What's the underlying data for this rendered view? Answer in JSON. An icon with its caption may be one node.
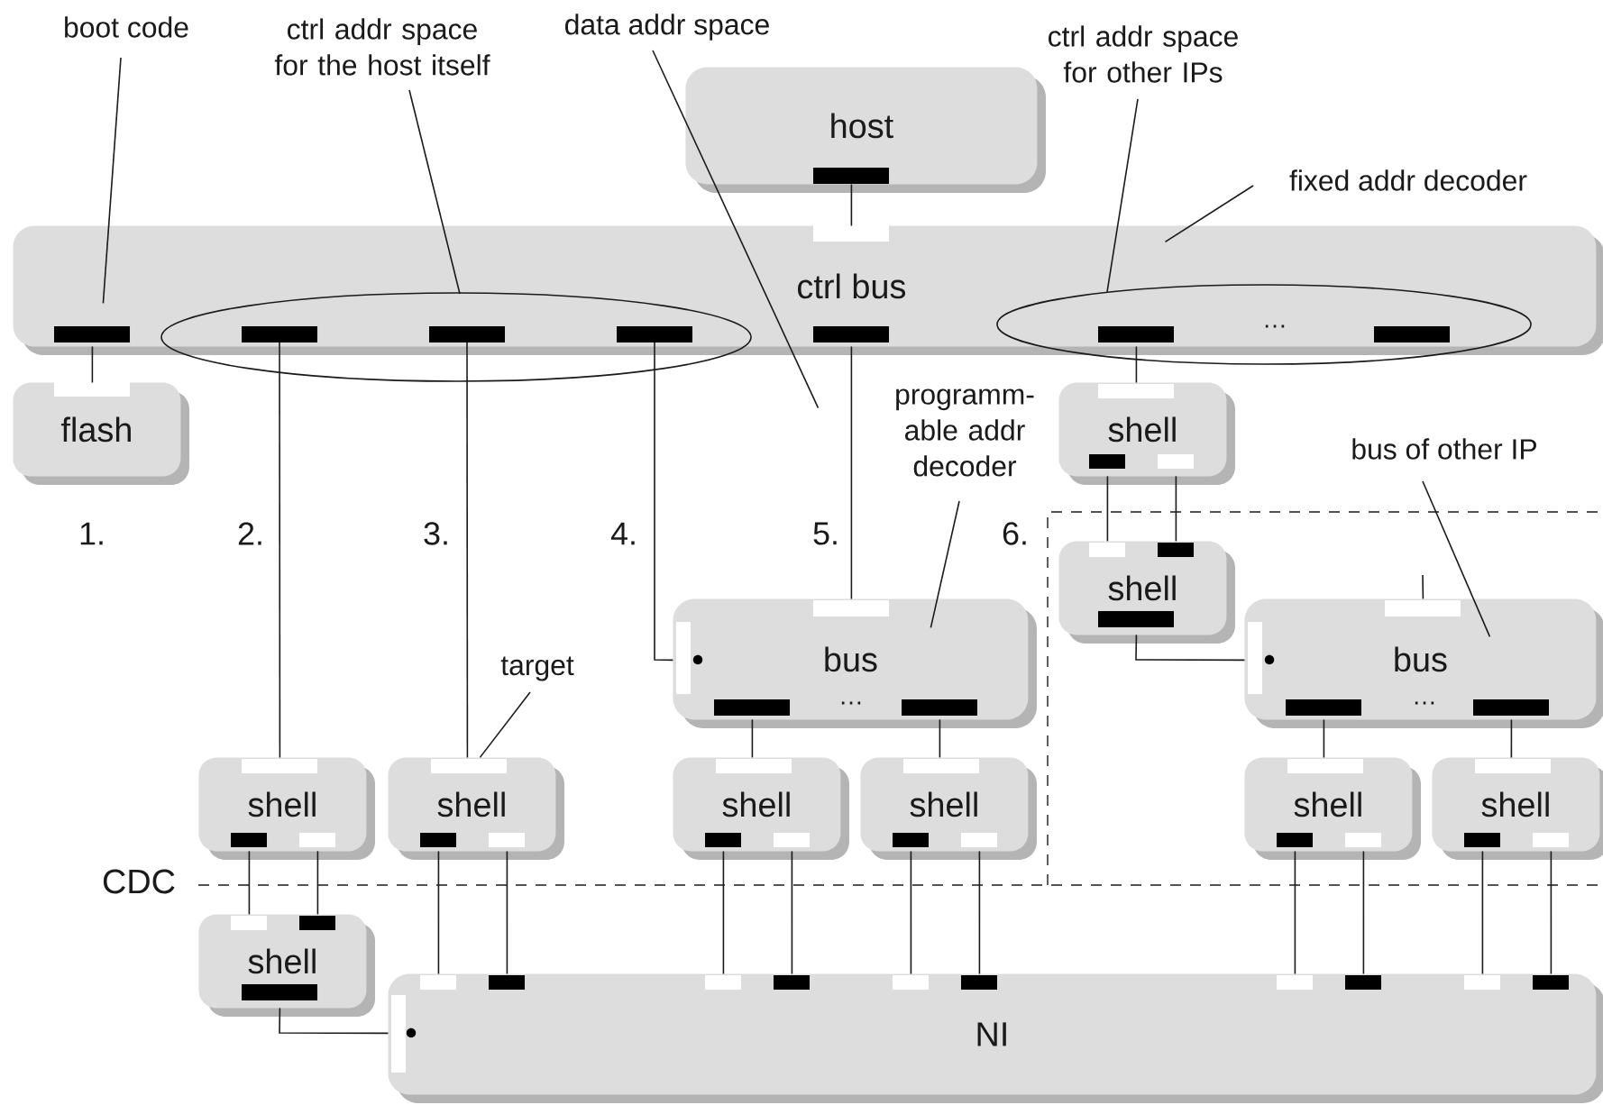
{
  "diagram": {
    "nodes": [
      {
        "text": [
          "boot code"
        ]
      },
      {
        "text": [
          "ctrl addr space for the host itself"
        ]
      },
      {
        "text": [
          "data addr space"
        ]
      },
      {
        "text": [
          "host"
        ]
      },
      {
        "text": [
          "ctrl addr space for other IPs"
        ]
      },
      {
        "text": [
          "fixed addr decoder"
        ]
      },
      {
        "text": [
          "ctrl bus"
        ]
      },
      {
        "text": [],
        "shape": "ellipse"
      },
      {
        "text": [],
        "shape": "ellipse"
      },
      {
        "text": [
          "flash"
        ]
      },
      {
        "text": [
          "shell"
        ]
      },
      {
        "text": [
          "programm- able addr decoder"
        ]
      },
      {
        "text": [
          "bus of other IP"
        ]
      },
      {
        "text": [
          "shell"
        ]
      },
      {
        "text": [
          "bus"
        ]
      },
      {
        "text": [
          "bus"
        ]
      },
      {
        "text": [
          "target"
        ]
      },
      {
        "text": [
          "shell"
        ]
      },
      {
        "text": [
          "shell"
        ]
      },
      {
        "text": [
          "shell"
        ]
      },
      {
        "text": [
          "shell"
        ]
      },
      {
        "text": [
          "shell"
        ]
      },
      {
        "text": [
          "shell"
        ]
      },
      {
        "text": [
          "shell"
        ]
      },
      {
        "text": [
          "NI"
        ]
      }
    ],
    "edges": [
      {
        "from": 3,
        "to": 6,
        "arrow": "none"
      },
      {
        "from": 6,
        "to": 9,
        "arrow": "none"
      },
      {
        "from": 7,
        "to": 17,
        "arrow": "none"
      },
      {
        "from": 7,
        "to": 18,
        "arrow": "none"
      },
      {
        "from": 7,
        "to": 14,
        "arrow": "none"
      },
      {
        "from": 6,
        "to": 14,
        "arrow": "none"
      },
      {
        "from": 6,
        "to": 10,
        "arrow": "none"
      },
      {
        "from": 10,
        "to": 13,
        "arrow": "none"
      },
      {
        "from": 10,
        "to": 13,
        "arrow": "none"
      },
      {
        "from": 13,
        "to": 15,
        "arrow": "none"
      },
      {
        "from": null,
        "to": 15,
        "arrow": "none"
      },
      {
        "from": 14,
        "to": 19,
        "arrow": "none"
      },
      {
        "from": 14,
        "to": 20,
        "arrow": "none"
      },
      {
        "from": 15,
        "to": 21,
        "arrow": "none"
      },
      {
        "from": 15,
        "to": 22,
        "arrow": "none"
      },
      {
        "from": 17,
        "to": 23,
        "arrow": "none"
      },
      {
        "from": 17,
        "to": 23,
        "arrow": "none"
      },
      {
        "from": 23,
        "to": 24,
        "arrow": "none"
      },
      {
        "from": 18,
        "to": 24,
        "arrow": "none"
      },
      {
        "from": 18,
        "to": 24,
        "arrow": "none"
      },
      {
        "from": 19,
        "to": 24,
        "arrow": "none"
      },
      {
        "from": 19,
        "to": 24,
        "arrow": "none"
      },
      {
        "from": 20,
        "to": 24,
        "arrow": "none"
      },
      {
        "from": 20,
        "to": 24,
        "arrow": "none"
      },
      {
        "from": 21,
        "to": 24,
        "arrow": "none"
      },
      {
        "from": 21,
        "to": 24,
        "arrow": "none"
      },
      {
        "from": 22,
        "to": 24,
        "arrow": "none"
      },
      {
        "from": 22,
        "to": 24,
        "arrow": "none"
      },
      {
        "from": 0,
        "to": 6,
        "arrow": "none"
      },
      {
        "from": 1,
        "to": 7,
        "arrow": "none"
      },
      {
        "from": 2,
        "to": null,
        "arrow": "none"
      },
      {
        "from": 4,
        "to": 8,
        "arrow": "none"
      },
      {
        "from": 5,
        "to": 6,
        "arrow": "none"
      },
      {
        "from": 11,
        "to": 14,
        "arrow": "none"
      },
      {
        "from": 12,
        "to": 15,
        "arrow": "none"
      },
      {
        "from": 16,
        "to": 18,
        "arrow": "none"
      }
    ],
    "labels": [
      "…",
      "1.",
      "2.",
      "3.",
      "4.",
      "5.",
      "6.",
      "…",
      "…",
      "CDC"
    ]
  }
}
